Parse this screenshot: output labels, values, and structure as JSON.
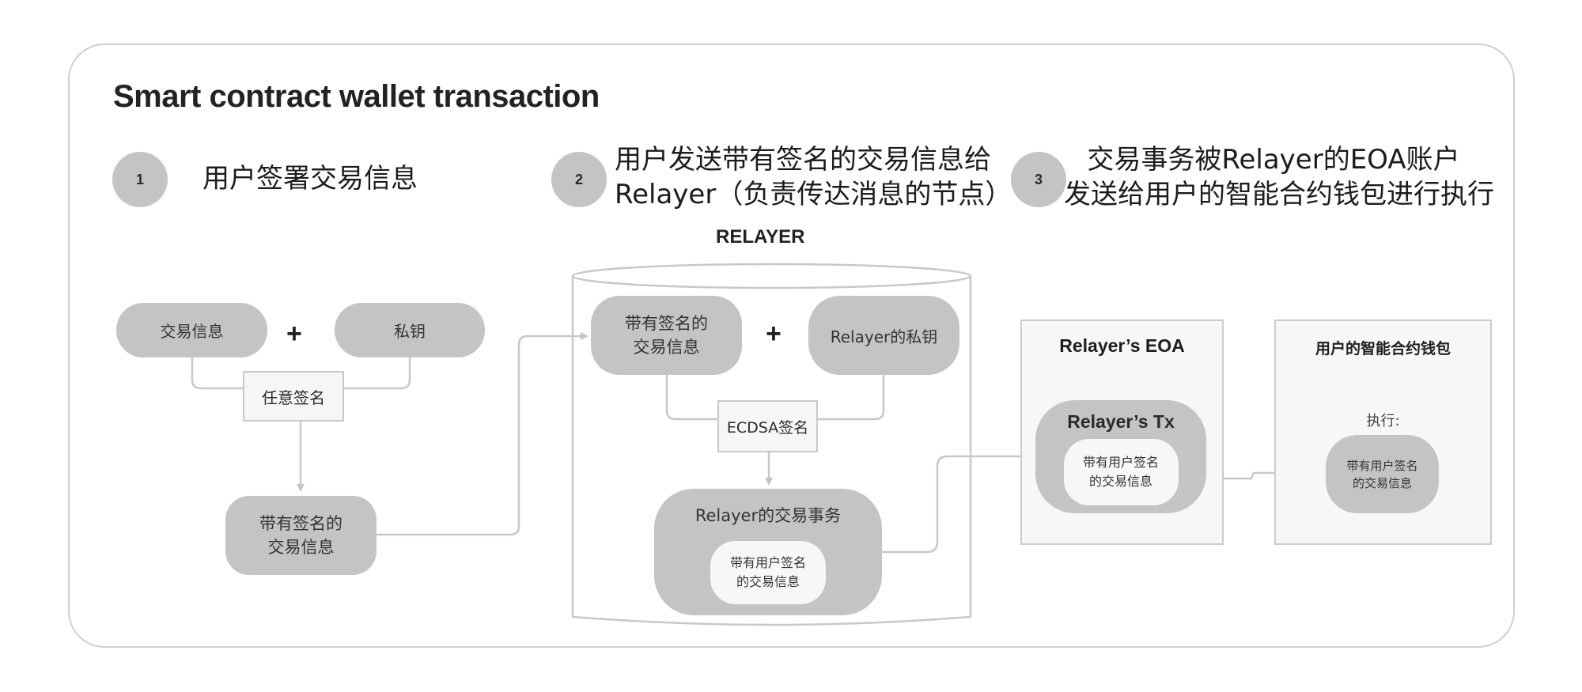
{
  "title": "Smart contract wallet transaction",
  "steps": [
    {
      "number": "1",
      "text_line1": "用户签署交易信息",
      "text_line2": ""
    },
    {
      "number": "2",
      "text_line1": "用户发送带有签名的交易信息给",
      "text_line2": "Relayer（负责传达消息的节点）"
    },
    {
      "number": "3",
      "text_line1": "交易事务被Relayer的EOA账户",
      "text_line2": "发送给用户的智能合约钱包进行执行"
    }
  ],
  "section1": {
    "tx_info": "交易信息",
    "plus": "+",
    "private_key": "私钥",
    "sign_label": "任意签名",
    "signed_tx_line1": "带有签名的",
    "signed_tx_line2": "交易信息"
  },
  "relayer": {
    "label": "RELAYER",
    "signed_tx_line1": "带有签名的",
    "signed_tx_line2": "交易信息",
    "plus": "+",
    "private_key": "Relayer的私钥",
    "sign_label": "ECDSA签名",
    "tx_title": "Relayer的交易事务",
    "inner_line1": "带有用户签名",
    "inner_line2": "的交易信息"
  },
  "eoa": {
    "title": "Relayer’s EOA",
    "tx_title": "Relayer’s Tx",
    "inner_line1": "带有用户签名",
    "inner_line2": "的交易信息"
  },
  "wallet": {
    "title": "用户的智能合约钱包",
    "exec_label": "执行:",
    "inner_line1": "带有用户签名",
    "inner_line2": "的交易信息"
  },
  "colors": {
    "node_fill": "#c4c4c4",
    "panel_fill": "#f7f7f7",
    "line": "#c4c4c4",
    "text": "#1e1e1e"
  }
}
